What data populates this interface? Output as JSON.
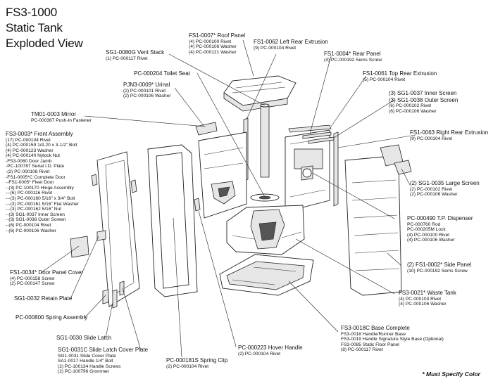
{
  "title": {
    "line1": "FS3-1000",
    "line2": "Static Tank",
    "line3": "Exploded View"
  },
  "labels": {
    "roof_panel": {
      "head": "FS1-0007* Roof Panel",
      "sub": [
        "(4) PC-000100 Rivet",
        "(4) PC-000106 Washer",
        "(4) PC-000121 Washer"
      ]
    },
    "vent_stack": {
      "head": "SG1-0080G Vent Stack",
      "sub": [
        "(1) PC-000117 Rivet"
      ]
    },
    "left_rear_extrusion": {
      "head": "FS1-0062 Left Rear Extrusion",
      "sub": [
        "(9) PC-000104 Rivet"
      ]
    },
    "rear_panel": {
      "head": "FS1-0004* Rear Panel",
      "sub": [
        "(4) PC-000192 Sems Screw"
      ]
    },
    "toilet_seat": {
      "head": "PC-000204 Toilet Seat",
      "sub": []
    },
    "top_rear_extrusion": {
      "head": "FS1-0061 Top Rear Extrusion",
      "sub": [
        "(5) PC-000104 Rivet"
      ]
    },
    "urinal": {
      "head": "PJN3-0009* Urinal",
      "sub": [
        "(2) PC-000101 Rivet",
        "(2) PC-000106 Washer"
      ]
    },
    "inner_outer_screen": {
      "head": "(3) SG1-0037 Inner Screen",
      "head2": "(3) SG1-0038 Outer Screen",
      "sub": [
        "(6) PC-000102 Rivet",
        "(6) PC-000106 Washer"
      ]
    },
    "mirror": {
      "head": "TM01-0003 Mirror",
      "sub": [
        "PC-000367 Push-In Fastener"
      ]
    },
    "right_rear_extrusion": {
      "head": "FS1-0063 Right Rear Extrusion",
      "sub": [
        "(9) PC-000104 Rivet"
      ]
    },
    "front_assembly": {
      "head": "FS3-0003* Front Assembly",
      "sub": [
        "(17) PC-000104 Rivet",
        "(4) PC-000159 1/4-20 x 3-1/2\" Bolt",
        "(4) PC-000123 Washer",
        "(4) PC-000140 Nylock Nut",
        "-FS3-0060 Door Jamb",
        "-PC-100787 Serial I.D. Plate",
        "-(2) PC-000108 Rivet",
        "-FS1-0005*C Complete Door",
        "--FS1-0005* Fleet Door",
        "--(3) PC-100170 Hinge Assembly",
        "---(6) PC-000116 Rivet",
        "---(3) PC-000160 5/16\" x 3/4\" Bolt",
        "---(3) PC-000161 5/16\" Flat Washer",
        "---(3) PC-000162 5/16\" Nut",
        "--(3) SG1-0037 Inner Screen",
        "--(3) SG1-0038 Outer Screen",
        "--(6) PC-000104 Rivet",
        "--(6) PC-000106 Washer"
      ]
    },
    "large_screen": {
      "head": "(2) SG1-0035 Large Screen",
      "sub": [
        "(2) PC-000102 Rivet",
        "(2) PC-000106 Washer"
      ]
    },
    "td_dispenser": {
      "head": "PC-000490 T.P. Dispenser",
      "sub": [
        "PC-000760 Rod",
        "PC-000205M Lock",
        "(4) PC-000100 Rivet",
        "(4) PC-000106 Washer"
      ]
    },
    "side_panel": {
      "head": "(2) FS1-0002* Side Panel",
      "sub": [
        "(10) PC-000192 Sems Screw"
      ]
    },
    "door_panel_cover": {
      "head": "FS1-0034* Door Panel Cover",
      "sub": [
        "(4) PC-000158 Screw",
        "(2) PC-000147 Screw"
      ]
    },
    "retain_plate": {
      "head": "SG1-0032 Retain Plate",
      "sub": []
    },
    "waste_tank": {
      "head": "FS3-0021* Waste Tank",
      "sub": [
        "(4) PC-000103 Rivet",
        "(4) PC-000106 Washer"
      ]
    },
    "spring_assembly": {
      "head": "PC-000800 Spring Assembly",
      "sub": []
    },
    "base_complete": {
      "head": "FS3-0018C Base Complete",
      "sub": [
        "FS3-0018 Handle/Runner Base",
        "FS3-0019 Handle Signature Style Base (Optional)",
        "FS3-0085 Static Floor Panel",
        "(8) PC-000117 Rivet"
      ]
    },
    "slide_latch": {
      "head": "SG1-0030 Slide Latch",
      "sub": []
    },
    "slide_latch_cover": {
      "head": "SG1-0031C Slide Latch Cover Plate",
      "sub": [
        "SG1-0031 Slide Cover Plate",
        "SA1-0017 Handle 1/4\" Bolt",
        "(2) PC-100134 Handle Screws",
        "(2) PC-100796 Grommet"
      ]
    },
    "hover_handle": {
      "head": "PC-000223 Hover Handle",
      "sub": [
        "(2) PC-000104 Rivet"
      ]
    },
    "spring_clip": {
      "head": "PC-000181S Spring Clip",
      "sub": [
        "(2) PC-000104 Rivet"
      ]
    }
  },
  "footnote": "* Must Specify Color"
}
